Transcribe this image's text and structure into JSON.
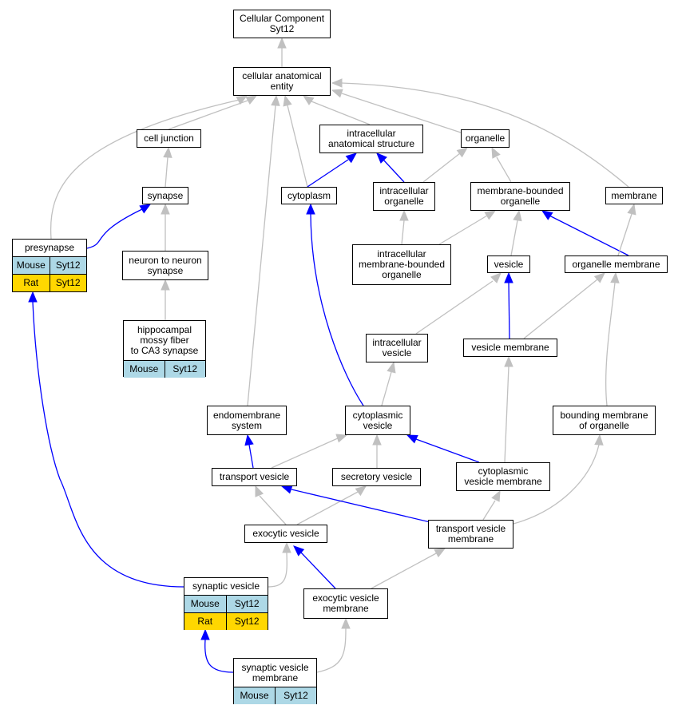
{
  "colors": {
    "is_a_edge": "#c0c0c0",
    "part_of_edge": "#0000ff",
    "mouse_row": "#add8e6",
    "rat_row": "#ffd700"
  },
  "nodes": {
    "root": "Cellular Component\nSyt12",
    "cae": "cellular anatomical\nentity",
    "cell_junction": "cell junction",
    "ias": "intracellular\nanatomical structure",
    "organelle": "organelle",
    "synapse": "synapse",
    "cytoplasm": "cytoplasm",
    "intracellular_organelle": "intracellular\norganelle",
    "membrane_bounded_organelle": "membrane-bounded\norganelle",
    "membrane": "membrane",
    "presynapse": "presynapse",
    "n2n_synapse": "neuron to neuron\nsynapse",
    "imbo": "intracellular\nmembrane-bounded\norganelle",
    "vesicle": "vesicle",
    "organelle_membrane": "organelle membrane",
    "hippocampal": "hippocampal\nmossy fiber\nto CA3 synapse",
    "intracellular_vesicle": "intracellular\nvesicle",
    "vesicle_membrane": "vesicle membrane",
    "endomembrane": "endomembrane\nsystem",
    "cytoplasmic_vesicle": "cytoplasmic\nvesicle",
    "bounding_membrane": "bounding membrane\nof organelle",
    "transport_vesicle": "transport vesicle",
    "secretory_vesicle": "secretory vesicle",
    "cvm": "cytoplasmic\nvesicle membrane",
    "exocytic_vesicle": "exocytic vesicle",
    "tvm": "transport vesicle\nmembrane",
    "synaptic_vesicle": "synaptic vesicle",
    "evm": "exocytic vesicle\nmembrane",
    "svm": "synaptic vesicle\nmembrane"
  },
  "annotations": {
    "presynapse": [
      {
        "species": "Mouse",
        "gene": "Syt12"
      },
      {
        "species": "Rat",
        "gene": "Syt12"
      }
    ],
    "hippocampal": [
      {
        "species": "Mouse",
        "gene": "Syt12"
      }
    ],
    "synaptic_vesicle": [
      {
        "species": "Mouse",
        "gene": "Syt12"
      },
      {
        "species": "Rat",
        "gene": "Syt12"
      }
    ],
    "svm": [
      {
        "species": "Mouse",
        "gene": "Syt12"
      }
    ]
  }
}
